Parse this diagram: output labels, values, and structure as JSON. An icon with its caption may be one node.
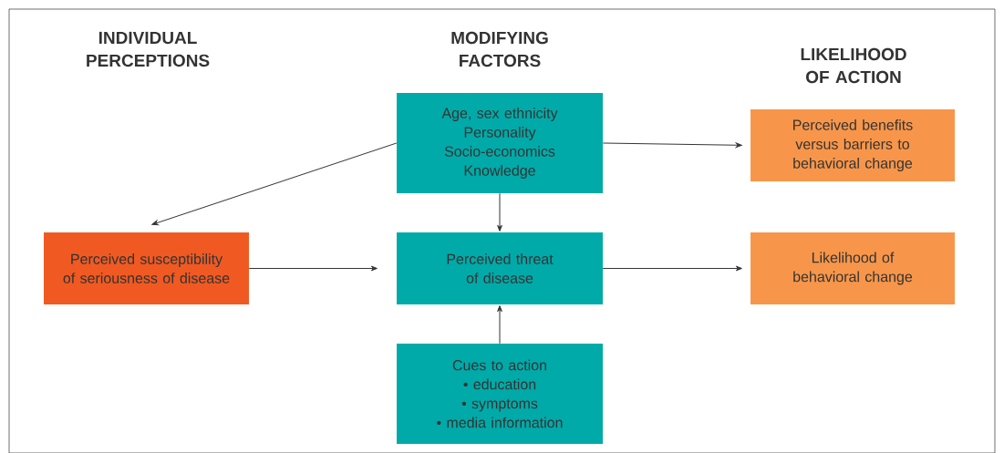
{
  "diagram": {
    "nodes": [
      {
        "text": [
          "Age, sex ethnicity",
          "Personality",
          "Socio-economics",
          "Knowledge"
        ]
      },
      {
        "text": [
          "Perceived benefits versus barriers to behavioral change"
        ]
      },
      {
        "text": [
          "Perceived susceptibility of seriousness of disease"
        ]
      },
      {
        "text": [
          "Perceived threat of disease"
        ]
      },
      {
        "text": [
          "Likelihood of behavioral change"
        ]
      },
      {
        "text": [
          "Cues to action",
          "• education",
          "• symptoms",
          "• media information"
        ]
      }
    ],
    "edges": [
      {
        "from": 0,
        "to": 1,
        "arrow": "to"
      },
      {
        "from": 0,
        "to": 2,
        "arrow": "to"
      },
      {
        "from": 0,
        "to": 3,
        "arrow": "to"
      },
      {
        "from": 2,
        "to": 3,
        "arrow": "to"
      },
      {
        "from": 3,
        "to": 4,
        "arrow": "to"
      },
      {
        "from": 5,
        "to": 3,
        "arrow": "to"
      }
    ],
    "labels": [
      "INDIVIDUAL PERCEPTIONS",
      "MODIFYING FACTORS",
      "LIKELIHOOD OF ACTION"
    ]
  }
}
